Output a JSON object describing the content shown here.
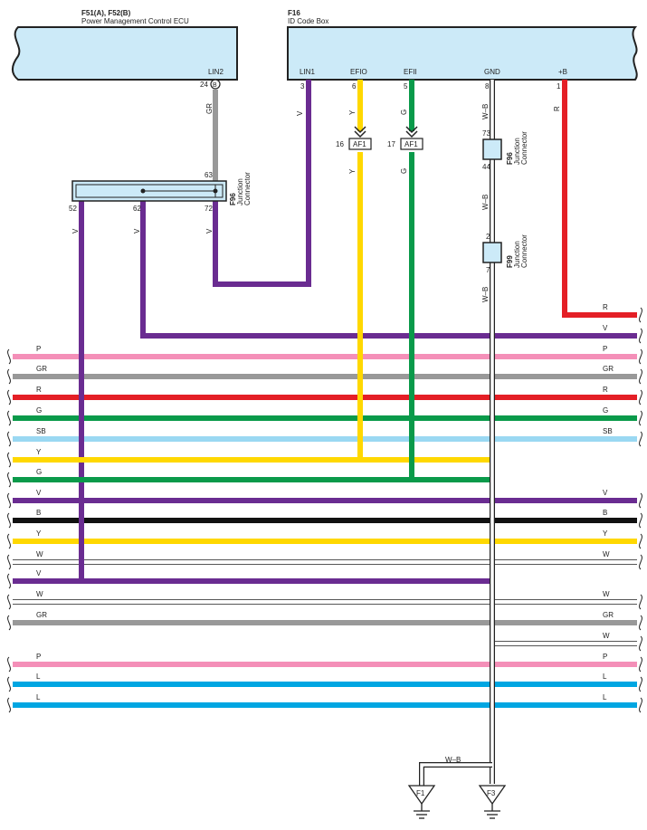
{
  "colors": {
    "P": "#f48fb8",
    "GR": "#999999",
    "R": "#e41f26",
    "G": "#0a9a4a",
    "SB": "#9ad8f2",
    "Y": "#ffd800",
    "V": "#6a2c91",
    "B": "#111111",
    "W": "#ffffff",
    "L": "#00a6e2",
    "box": "#cceaf8"
  },
  "ecu": {
    "code": "F51(A), F52(B)",
    "name": "Power Management Control ECU",
    "pin_label": "LIN2",
    "pin_no": "24",
    "pin_conn": "B",
    "wire_color": "GR"
  },
  "idbox": {
    "code": "F16",
    "name": "ID Code Box",
    "pins": [
      {
        "label": "LIN1",
        "no": "3",
        "wire": "V"
      },
      {
        "label": "EFIO",
        "no": "6",
        "wire": "Y"
      },
      {
        "label": "EFII",
        "no": "5",
        "wire": "G"
      },
      {
        "label": "GND",
        "no": "8",
        "wire": "W–B"
      },
      {
        "label": "+B",
        "no": "1",
        "wire": "R"
      }
    ]
  },
  "af1": [
    {
      "pin": "16",
      "label": "AF1",
      "wire": "Y"
    },
    {
      "pin": "17",
      "label": "AF1",
      "wire": "G"
    }
  ],
  "jc_f96_left": {
    "code": "F96",
    "name_line1": "Junction",
    "name_line2": "Connector",
    "top_pin": "63",
    "pins": [
      "52",
      "62",
      "72"
    ],
    "wires": [
      "V",
      "V",
      "V"
    ]
  },
  "jc_f96_right": {
    "code": "F96",
    "name_line1": "Junction",
    "name_line2": "Connector",
    "top_pin": "73",
    "bottom_pin": "44",
    "wire": "W–B"
  },
  "jc_f99": {
    "code": "F99",
    "name_line1": "Junction",
    "name_line2": "Connector",
    "top_pin": "2",
    "bottom_pin": "7",
    "wire": "W–B"
  },
  "bus": [
    {
      "left": "",
      "right": "R"
    },
    {
      "left": "",
      "right": "V"
    },
    {
      "left": "P",
      "right": "P"
    },
    {
      "left": "GR",
      "right": "GR"
    },
    {
      "left": "R",
      "right": "R"
    },
    {
      "left": "G",
      "right": "G"
    },
    {
      "left": "SB",
      "right": "SB"
    },
    {
      "left": "Y",
      "right": ""
    },
    {
      "left": "G",
      "right": ""
    },
    {
      "left": "V",
      "right": "V"
    },
    {
      "left": "B",
      "right": "B"
    },
    {
      "left": "Y",
      "right": "Y"
    },
    {
      "left": "W",
      "right": "W"
    },
    {
      "left": "V",
      "right": ""
    },
    {
      "left": "W",
      "right": "W"
    },
    {
      "left": "GR",
      "right": "GR"
    },
    {
      "left": "",
      "right": "W"
    },
    {
      "left": "P",
      "right": "P"
    },
    {
      "left": "L",
      "right": "L"
    },
    {
      "left": "L",
      "right": "L"
    }
  ],
  "grounds": [
    {
      "label": "F1"
    },
    {
      "label": "F3"
    }
  ],
  "ground_wire": "W–B"
}
